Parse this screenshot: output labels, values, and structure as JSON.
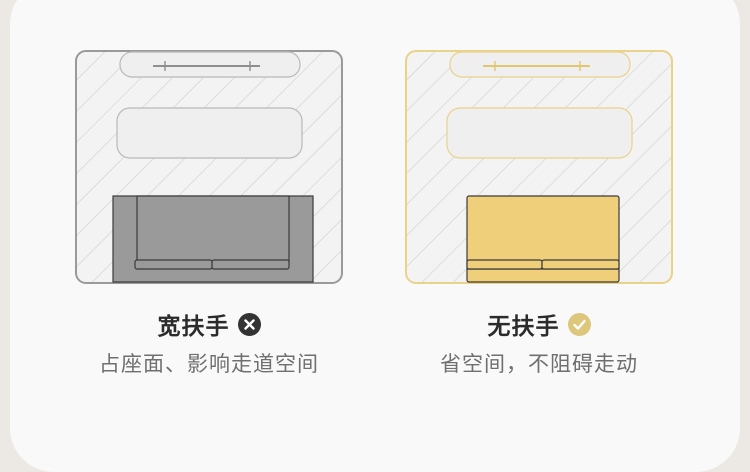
{
  "options": [
    {
      "title": "宽扶手",
      "subtitle": "占座面、影响走道空间",
      "status_icon": "cross-icon",
      "status_color": "#333333",
      "accent_color": "#9a9a9a"
    },
    {
      "title": "无扶手",
      "subtitle": "省空间，不阻碍走动",
      "status_icon": "check-icon",
      "status_color": "#dcc77a",
      "accent_color": "#efcf7a"
    }
  ]
}
